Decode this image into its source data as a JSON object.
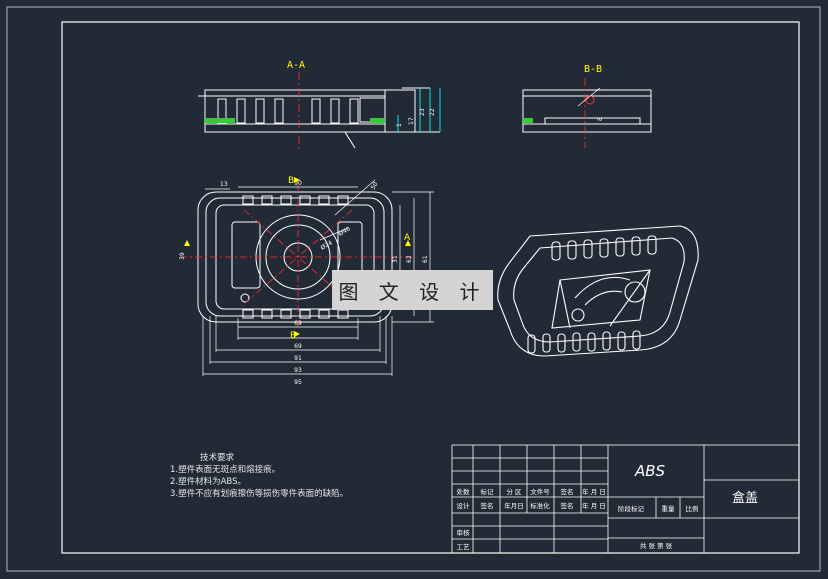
{
  "sections": {
    "aa": "A-A",
    "bb": "B-B",
    "cut_b": "B",
    "cut_a": "A",
    "cut_b2": "B"
  },
  "dims": {
    "d13": "13",
    "d90": "90",
    "d69a": "69",
    "d69": "69",
    "d91": "91",
    "d93": "93",
    "d95": "95",
    "d31": "31",
    "d62": "62",
    "d61": "61",
    "d50": "50",
    "d40": "Ø40",
    "d24": "Ø24",
    "d39": "39",
    "d23": "23",
    "d22": "22",
    "d17": "17",
    "d1": "1",
    "d8": "8"
  },
  "watermark": "图 文 设 计",
  "requirements": {
    "title": "技术要求",
    "items": [
      "1.塑件表面无斑点和熔接痕。",
      "2.塑件材料为ABS。",
      "3.塑件不应有划痕擦伤等损伤零件表面的缺陷。"
    ]
  },
  "titleblock": {
    "material": "ABS",
    "part_name": "盒盖",
    "h1": "标记",
    "h2": "处数",
    "h3": "分 区",
    "h4": "文件号",
    "h5": "签名",
    "h6": "年 月 日",
    "r1": "设计",
    "r2": "标准化",
    "r3": "阶段标记",
    "r4": "重量",
    "r5": "比例",
    "r6": "审核",
    "r7": "工艺",
    "r8": "共  张 第 张",
    "s1": "签名",
    "s2": "年月日",
    "s3": "签名",
    "s4": "年 月 日"
  },
  "colors": {
    "bg": "#222a35",
    "frame": "#ffffff",
    "dim": "#00e5e5",
    "center": "#ff3030",
    "label": "#ffff00",
    "green": "#33cc33"
  }
}
